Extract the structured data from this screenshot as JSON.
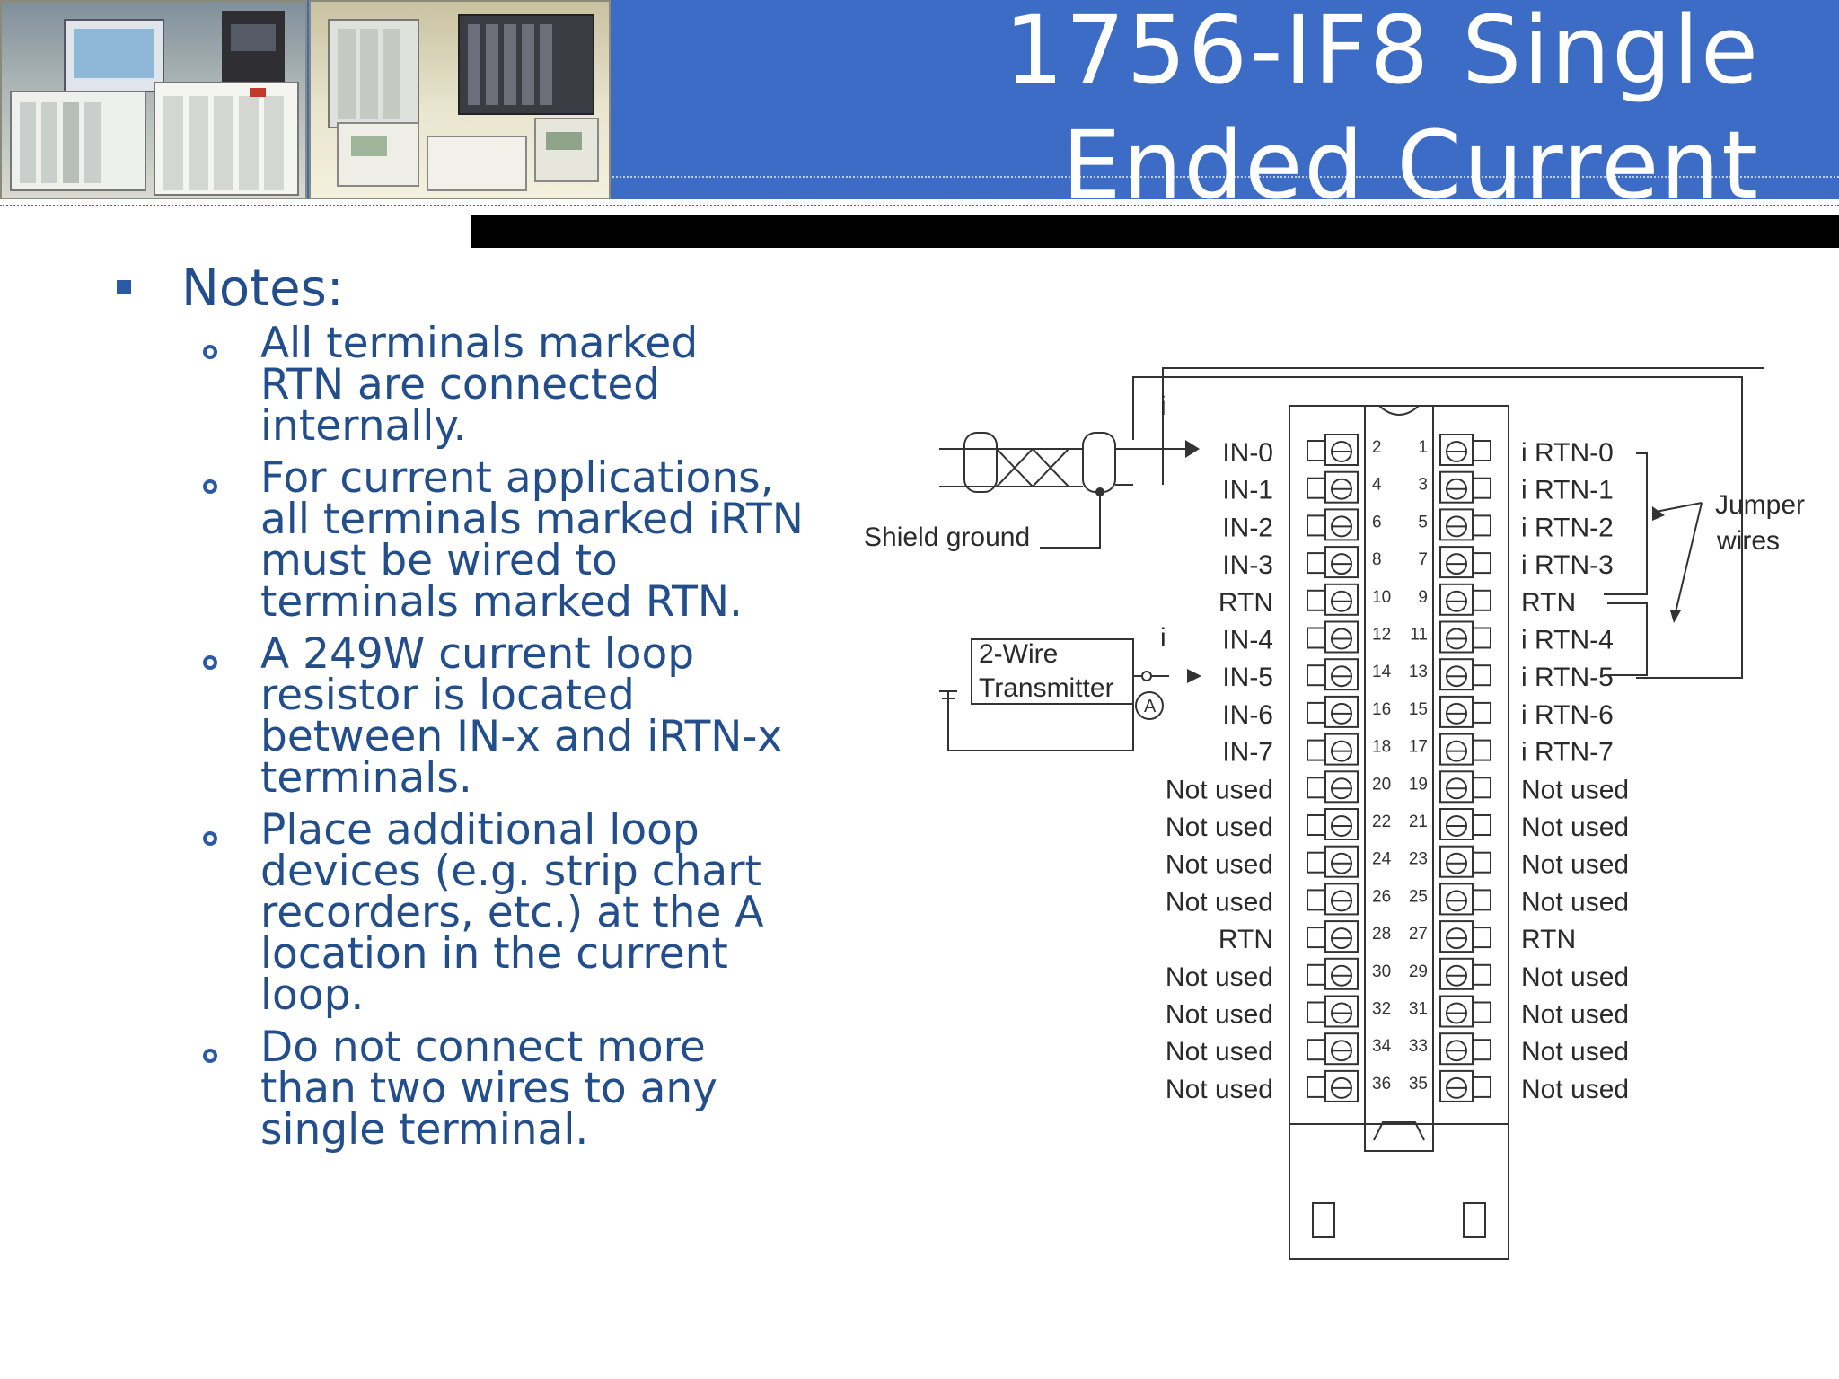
{
  "header": {
    "title_line1": "1756-IF8 Single",
    "title_line2": "Ended Current"
  },
  "notes": {
    "heading": "Notes:",
    "items": [
      "All terminals marked RTN are connected internally.",
      "For current applications, all terminals marked iRTN must be wired to terminals marked RTN.",
      "A 249W current loop resistor is located between IN-x and iRTN-x terminals.",
      "Place additional loop devices (e.g. strip chart recorders, etc.) at the A location in the current loop.",
      "Do not connect more than two wires to any single terminal."
    ]
  },
  "diagram": {
    "left_labels": [
      "IN-0",
      "IN-1",
      "IN-2",
      "IN-3",
      "RTN",
      "IN-4",
      "IN-5",
      "IN-6",
      "IN-7",
      "Not used",
      "Not used",
      "Not used",
      "Not used",
      "RTN",
      "Not used",
      "Not used",
      "Not used",
      "Not used"
    ],
    "right_labels": [
      "i RTN-0",
      "i RTN-1",
      "i RTN-2",
      "i RTN-3",
      "RTN",
      "i RTN-4",
      "i RTN-5",
      "i RTN-6",
      "i RTN-7",
      "Not used",
      "Not used",
      "Not used",
      "Not used",
      "RTN",
      "Not used",
      "Not used",
      "Not used",
      "Not used"
    ],
    "even_numbers": [
      "2",
      "4",
      "6",
      "8",
      "10",
      "12",
      "14",
      "16",
      "18",
      "20",
      "22",
      "24",
      "26",
      "28",
      "30",
      "32",
      "34",
      "36"
    ],
    "odd_numbers": [
      "1",
      "3",
      "5",
      "7",
      "9",
      "11",
      "13",
      "15",
      "17",
      "19",
      "21",
      "23",
      "25",
      "27",
      "29",
      "31",
      "33",
      "35"
    ],
    "shield_ground": "Shield ground",
    "transmitter_line1": "2-Wire",
    "transmitter_line2": "Transmitter",
    "meter_label": "A",
    "current_label": "i",
    "jumper_line1": "Jumper",
    "jumper_line2": "wires"
  }
}
